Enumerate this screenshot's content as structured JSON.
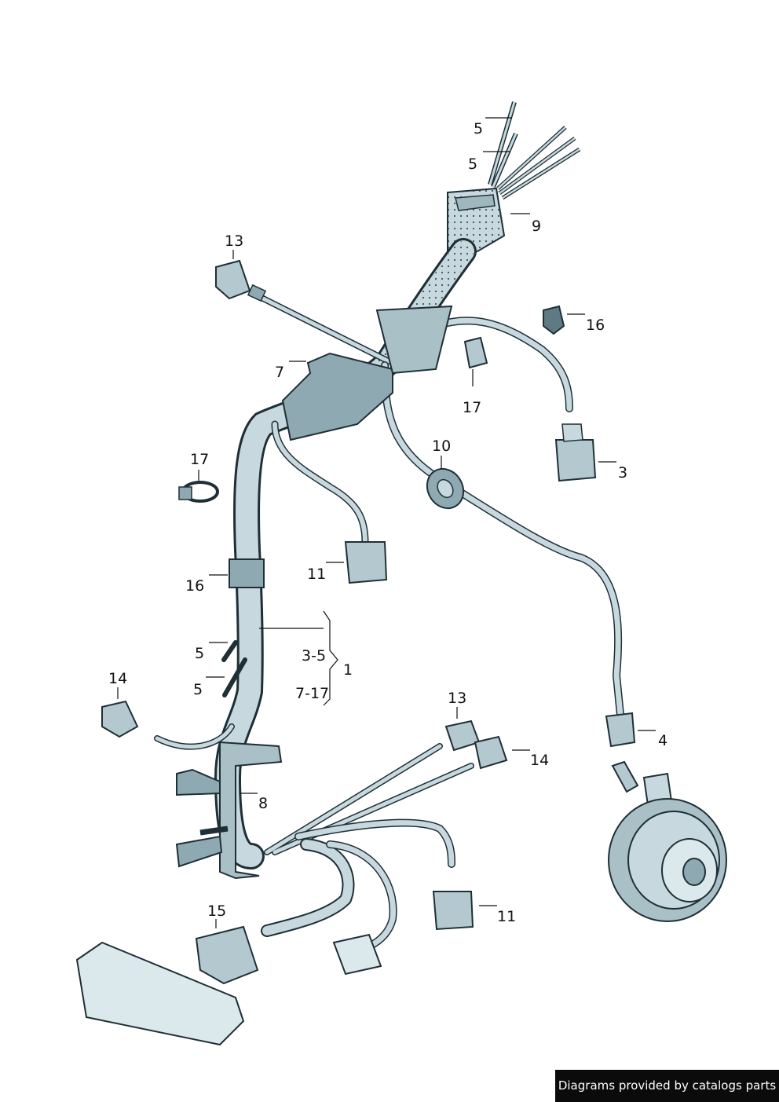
{
  "callouts": {
    "c5_top": "5",
    "c5_mid": "5",
    "c9": "9",
    "c13_top": "13",
    "c16_right": "16",
    "c7": "7",
    "c17_right": "17",
    "c10": "10",
    "c3": "3",
    "c17_left": "17",
    "c11_mid": "11",
    "c16_left": "16",
    "c5_left_a": "5",
    "c5_left_b": "5",
    "range_a": "3-5",
    "c1": "1",
    "range_b": "7-17",
    "c14_left": "14",
    "c13_bottom": "13",
    "c14_bottom": "14",
    "c4": "4",
    "c8": "8",
    "c15": "15",
    "c11_bottom": "11"
  },
  "footer": {
    "text": "Diagrams provided by catalogs parts"
  },
  "colors": {
    "part_fill": "#c7d9de",
    "part_dark": "#5f7a82",
    "outline": "#1f2f36",
    "leader": "#111111"
  }
}
